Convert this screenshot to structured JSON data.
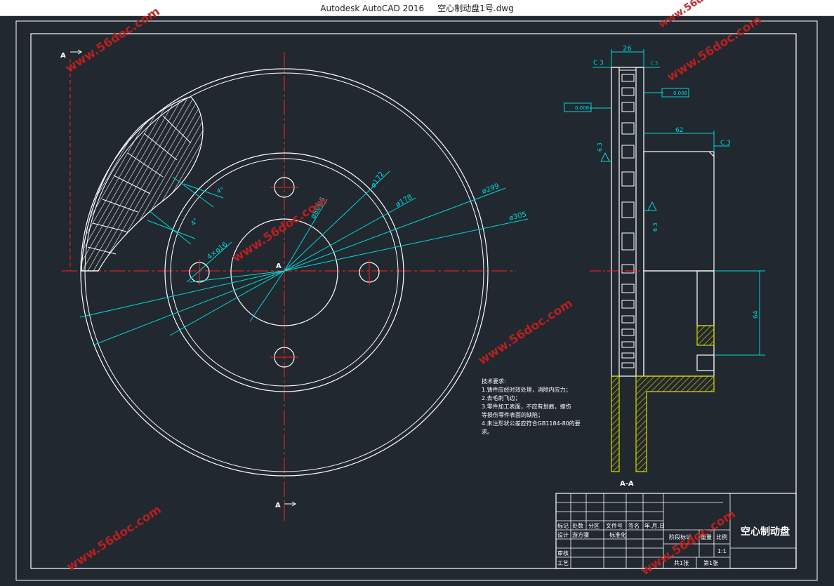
{
  "window": {
    "title": "Autodesk AutoCAD 2016     空心制动盘1号.dwg"
  },
  "drawing": {
    "section_marker_top": "A",
    "section_marker_bottom": "A",
    "center_label": "A",
    "section_view_label": "A-A",
    "front_view_dims": {
      "d172": "ø172",
      "d178": "ø178",
      "d299": "ø299",
      "d305": "ø305",
      "d80": "ø80H6",
      "holes": "4×ø16",
      "angle1": "4°",
      "angle2": "4°"
    },
    "side_view_dims": {
      "width_26": "26",
      "chamfer_left": "C 3",
      "chamfer_right": "C 3",
      "chamfer_small": "C 3",
      "flat1": "0.008",
      "flat2": "0.008",
      "dim_62": "62",
      "dim_64": "64",
      "rough1": "6.3",
      "rough2": "6.3"
    }
  },
  "tech_requirements": {
    "heading": "技术要求:",
    "items": [
      "1.铸件应经时效处理，消除内应力；",
      "2.去毛刺飞边；",
      "3.零件加工表面，不应有划痕，擦伤",
      "等损伤零件表面的缺陷；",
      "4.未注形状公差应符合GB1184-80的要",
      "求。"
    ]
  },
  "title_block": {
    "part_name": "空心制动盘",
    "header_cells": [
      "标记",
      "处数",
      "分区",
      "文件号",
      "签名",
      "年.月.日"
    ],
    "row_design": [
      "设计",
      "游方骥",
      "标准化"
    ],
    "row_review": "审核",
    "row_process": "工艺",
    "stage": "阶段标记",
    "weight": "重量",
    "scale": "比例",
    "scale_value": "1:1",
    "sheets_total": "共1张",
    "sheet_no": "第1张"
  },
  "watermarks": [
    "www.56doc.com",
    "www.56doc.com",
    "www.56doc.com",
    "www.56doc.com",
    "www.56doc.com",
    "www.56doc.com",
    "www.56doc.com"
  ],
  "colors": {
    "background": "#212830",
    "white_line": "#ffffff",
    "red_center": "#ff2020",
    "cyan_dim": "#00d8d8",
    "yellow_hatch": "#d8d800",
    "watermark": "#c02020"
  }
}
